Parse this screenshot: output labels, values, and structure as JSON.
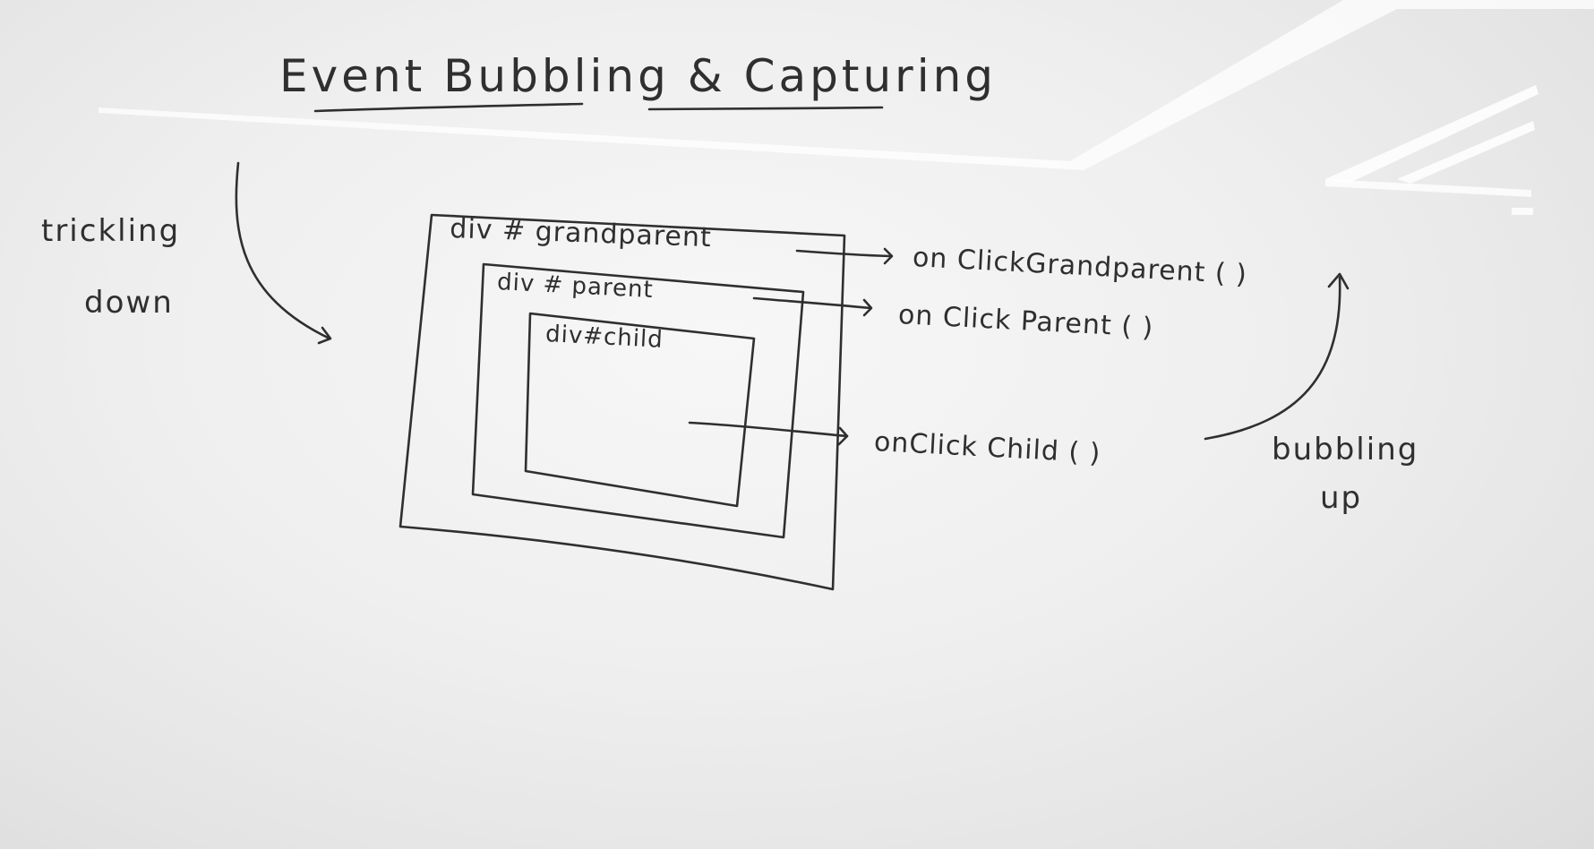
{
  "title": "Event Bubbling & Capturing",
  "left_label": {
    "line1": "trickling",
    "line2": "down"
  },
  "right_label": {
    "line1": "bubbling",
    "line2": "up"
  },
  "boxes": {
    "grandparent": "div # grandparent",
    "parent": "div # parent",
    "child": "div#child"
  },
  "handlers": {
    "grandparent": "on ClickGrandparent ( )",
    "parent": "on Click Parent ( )",
    "child": "onClick Child ( )"
  },
  "colors": {
    "ink": "#2f2f2f",
    "board": "#efefef",
    "glare": "#ffffff"
  }
}
